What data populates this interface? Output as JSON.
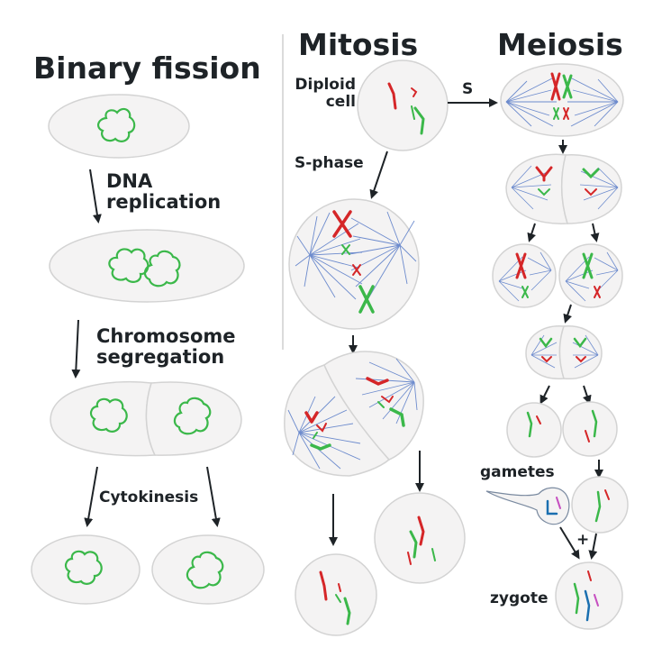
{
  "titles": {
    "binary_fission": "Binary fission",
    "mitosis": "Mitosis",
    "meiosis": "Meiosis"
  },
  "labels": {
    "dna_replication_1": "DNA",
    "dna_replication_2": "replication",
    "chromosome_segregation_1": "Chromosome",
    "chromosome_segregation_2": "segregation",
    "cytokinesis": "Cytokinesis",
    "diploid_1": "Diploid",
    "diploid_2": "cell",
    "s_phase": "S-phase",
    "s": "S",
    "gametes": "gametes",
    "plus": "+",
    "zygote": "zygote"
  },
  "colors": {
    "cell_fill": "#f4f3f3",
    "cell_stroke": "#cfcfcf",
    "dna": "#3bb84a",
    "red": "#d52628",
    "green": "#3bb84a",
    "blue": "#1a6fb0",
    "magenta": "#c64fc0",
    "spindle": "#4c72c4",
    "text": "#1e2327"
  }
}
